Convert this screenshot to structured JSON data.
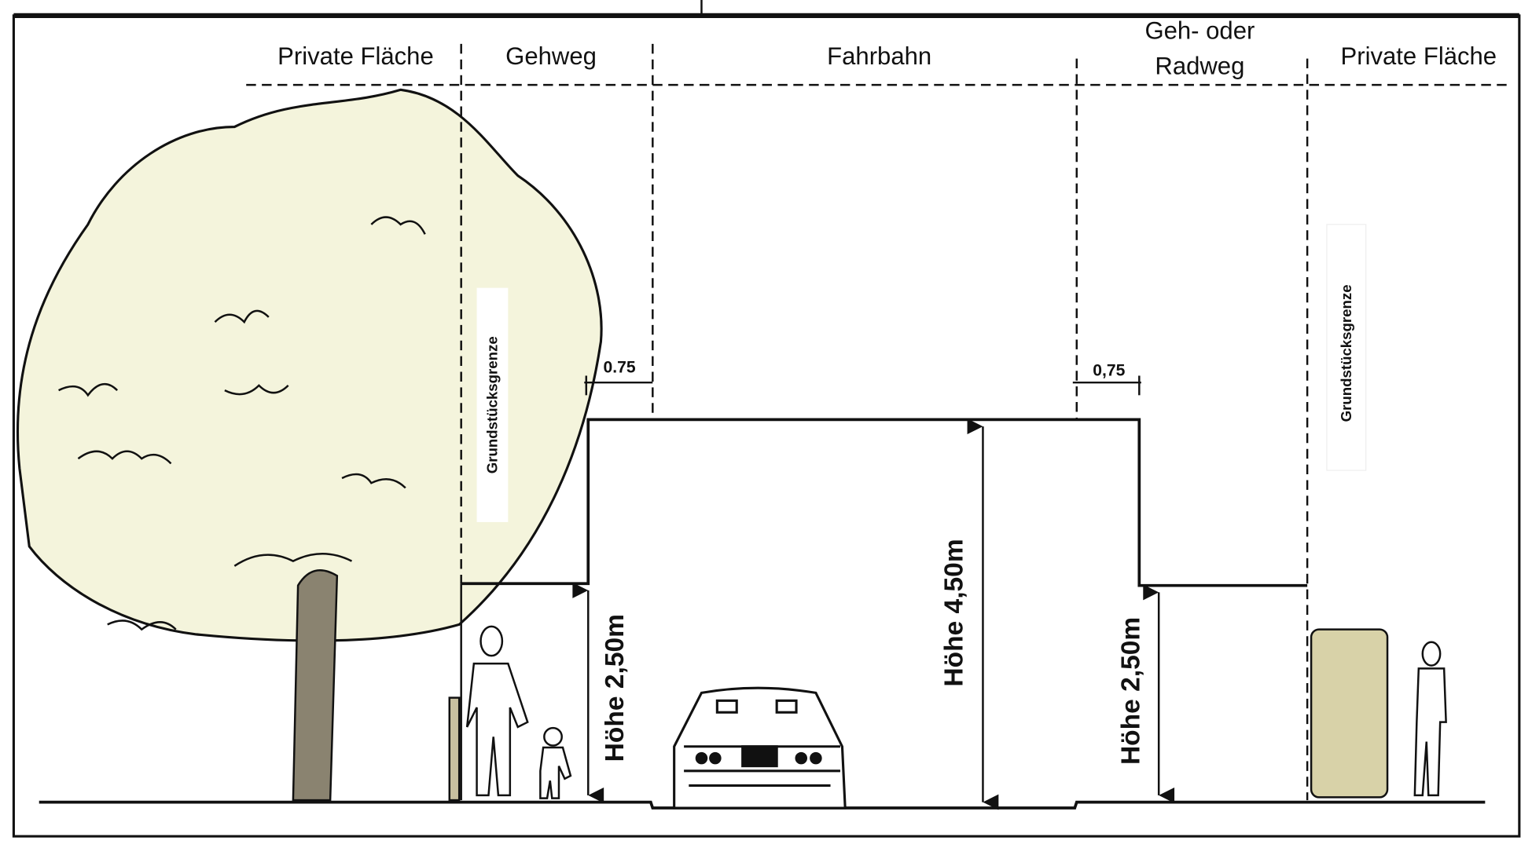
{
  "headers": {
    "private_left": "Private Fläche",
    "gehweg": "Gehweg",
    "fahrbahn": "Fahrbahn",
    "geh_rad_line1": "Geh- oder",
    "geh_rad_line2": "Radweg",
    "private_right": "Private Fläche"
  },
  "dimensions": {
    "offset_left": "0.75",
    "offset_right": "0,75",
    "height_left": "Höhe 2,50m",
    "height_center": "Höhe 4,50m",
    "height_right": "Höhe 2,50m"
  },
  "property_line_left": "Grundstücksgrenze",
  "property_line_right": "Grundstücksgrenze",
  "colors": {
    "foliage": "#f4f4dc",
    "trunk": "#8a8370",
    "hedge": "#d8d2a8",
    "line": "#111111"
  }
}
